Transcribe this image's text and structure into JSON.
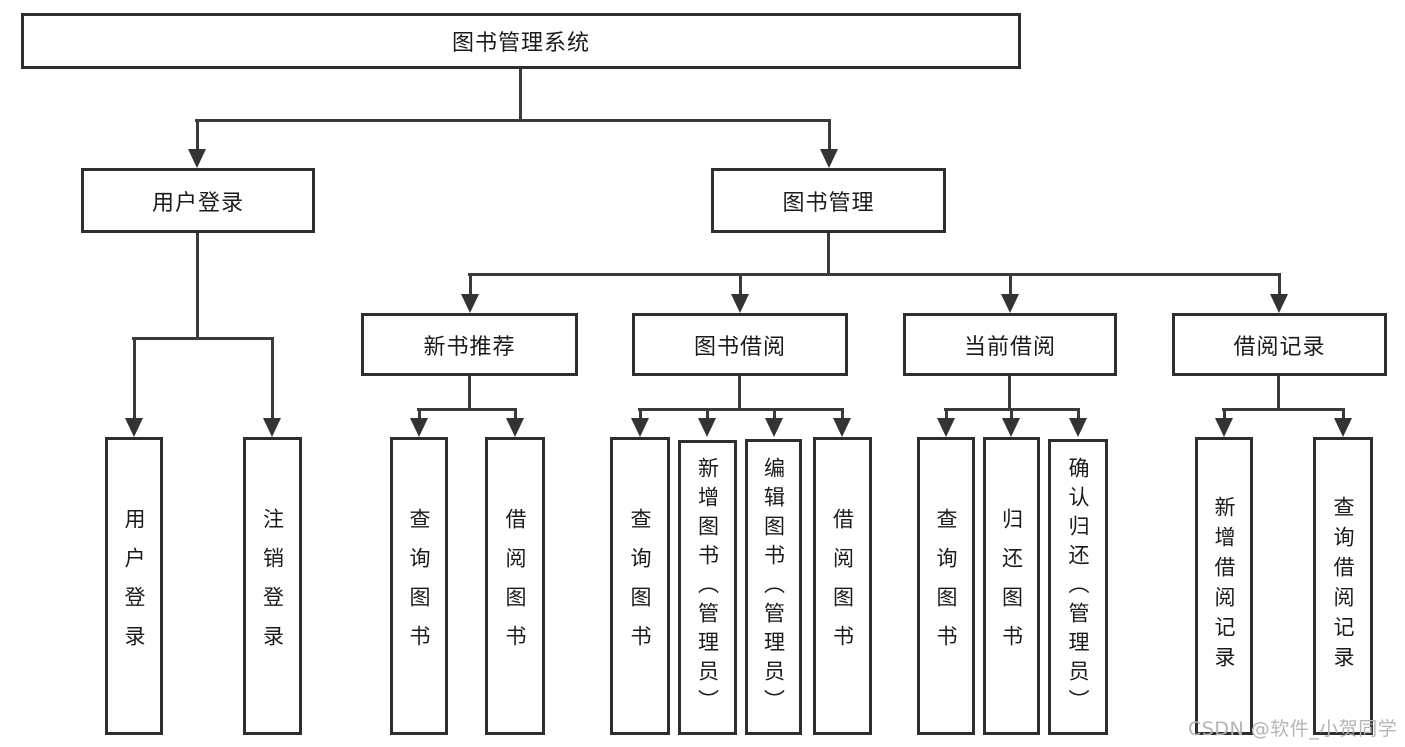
{
  "diagram": {
    "root": {
      "label": "图书管理系统"
    },
    "level2": [
      {
        "label": "用户登录"
      },
      {
        "label": "图书管理"
      }
    ],
    "level3": [
      {
        "label": "新书推荐"
      },
      {
        "label": "图书借阅"
      },
      {
        "label": "当前借阅"
      },
      {
        "label": "借阅记录"
      }
    ],
    "leaves": [
      {
        "label": "用户登录"
      },
      {
        "label": "注销登录"
      },
      {
        "label": "查询图书"
      },
      {
        "label": "借阅图书"
      },
      {
        "label": "查询图书"
      },
      {
        "label": "新增图书（管理员）"
      },
      {
        "label": "编辑图书（管理员）"
      },
      {
        "label": "借阅图书"
      },
      {
        "label": "查询图书"
      },
      {
        "label": "归还图书"
      },
      {
        "label": "确认归还（管理员）"
      },
      {
        "label": "新增借阅记录"
      },
      {
        "label": "查询借阅记录"
      }
    ]
  },
  "watermark": {
    "text": "CSDN @软件_小贺同学"
  },
  "colors": {
    "line": "#3a3a3a",
    "box_border": "#2e2e2e",
    "text": "#1b1b1b",
    "watermark": "#b5b5b5",
    "background": "#ffffff"
  }
}
